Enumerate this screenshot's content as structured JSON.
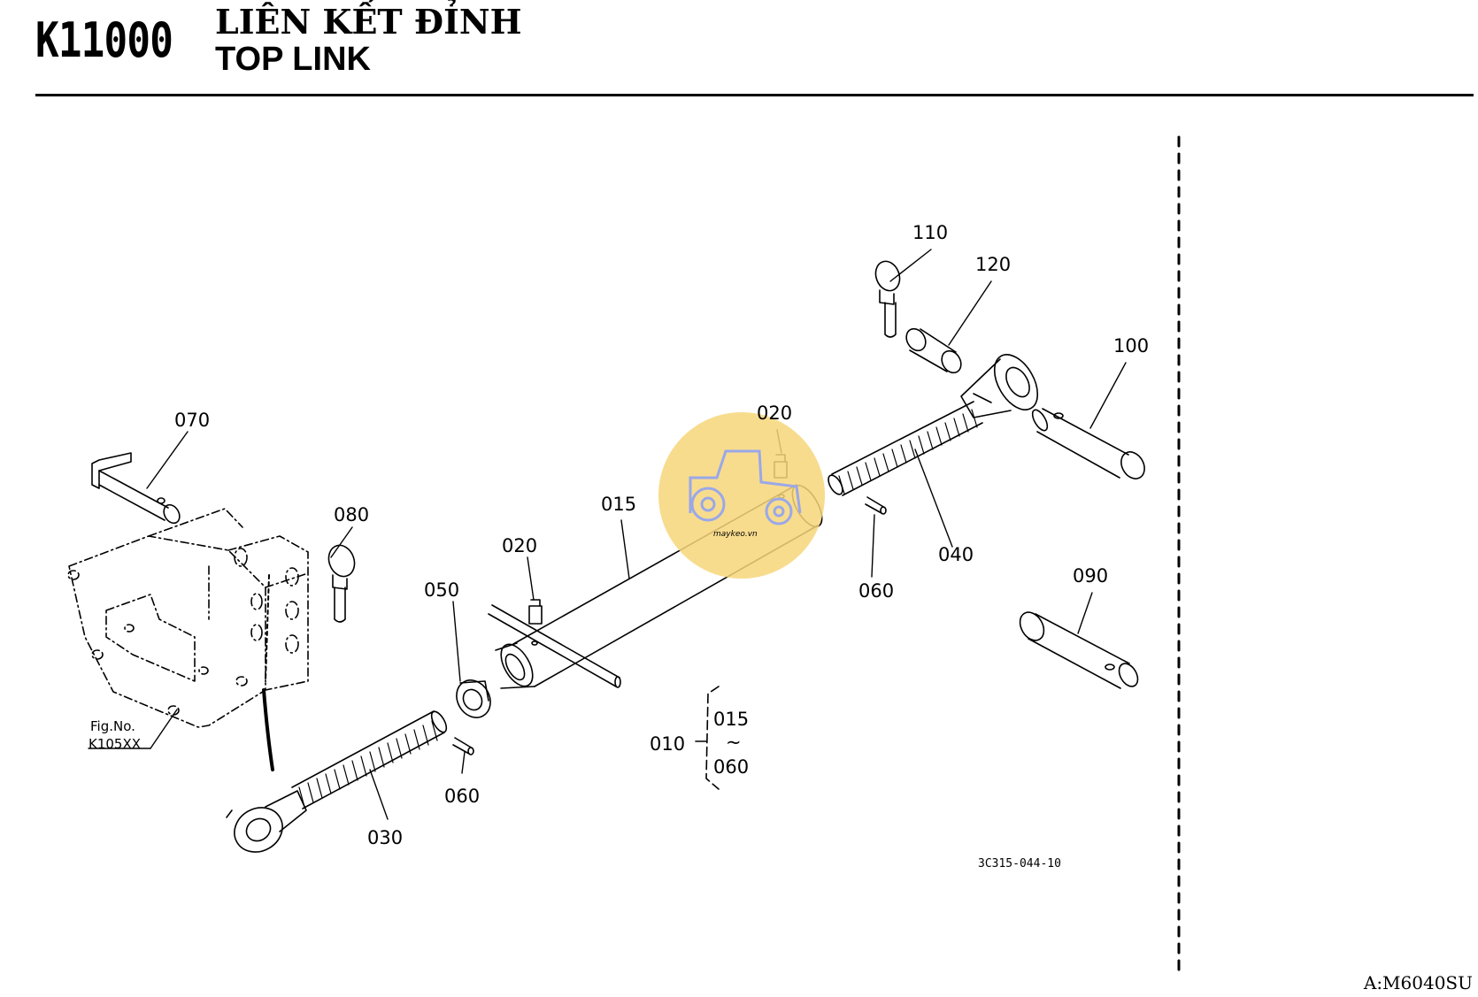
{
  "header": {
    "code": "K11000",
    "title_vi": "LIÊN KẾT ĐỈNH",
    "title_en": "TOP LINK"
  },
  "callouts": {
    "p070": "070",
    "p080": "080",
    "p110": "110",
    "p120": "120",
    "p100": "100",
    "p020_top": "020",
    "p015": "015",
    "p020_mid": "020",
    "p050": "050",
    "p040": "040",
    "p060_right": "060",
    "p090": "090",
    "p060_bottom": "060",
    "p030": "030"
  },
  "assembly": {
    "parent": "010",
    "from": "015",
    "tilde": "~",
    "to": "060"
  },
  "figref": {
    "line1": "Fig.No.",
    "line2": "K105XX"
  },
  "watermark": "maykeo.vn",
  "drawing_number": "3C315-044-10",
  "model_code": "A:M6040SU",
  "colors": {
    "watermark_circle": "#f7d67a",
    "watermark_tractor": "#9aa8e8"
  }
}
